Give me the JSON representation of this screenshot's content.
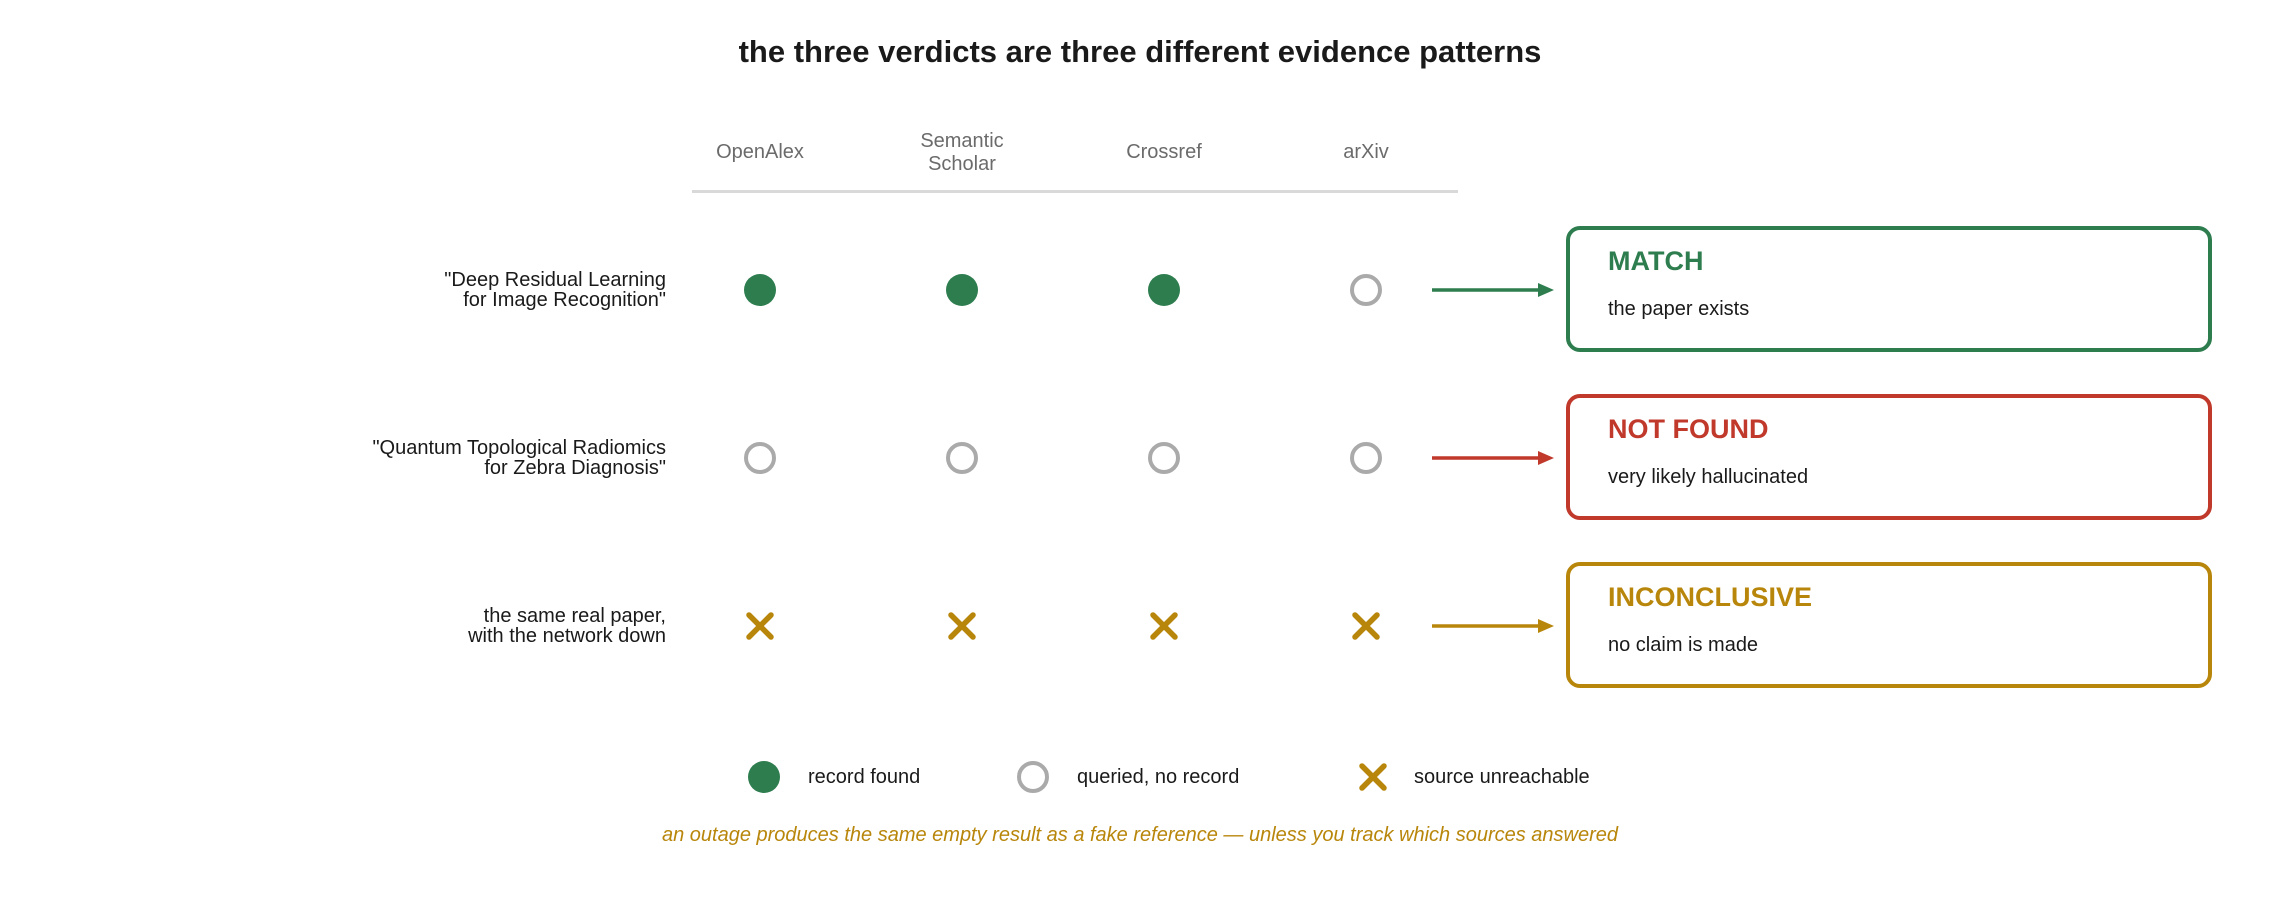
{
  "title": "the three verdicts are three different evidence patterns",
  "sources": [
    {
      "label_lines": [
        "OpenAlex"
      ]
    },
    {
      "label_lines": [
        "Semantic",
        "Scholar"
      ]
    },
    {
      "label_lines": [
        "Crossref"
      ]
    },
    {
      "label_lines": [
        "arXiv"
      ]
    }
  ],
  "rows": [
    {
      "label_lines": [
        "\"Deep Residual Learning",
        "for Image Recognition\""
      ],
      "statuses": [
        "found",
        "found",
        "found",
        "no-record"
      ],
      "verdict": {
        "title": "MATCH",
        "description": "the paper exists",
        "color": "#2e7d4f"
      }
    },
    {
      "label_lines": [
        "\"Quantum Topological Radiomics",
        "for Zebra Diagnosis\""
      ],
      "statuses": [
        "no-record",
        "no-record",
        "no-record",
        "no-record"
      ],
      "verdict": {
        "title": "NOT FOUND",
        "description": "very likely hallucinated",
        "color": "#c0392b"
      }
    },
    {
      "label_lines": [
        "the same real paper,",
        "with the network down"
      ],
      "statuses": [
        "unreachable",
        "unreachable",
        "unreachable",
        "unreachable"
      ],
      "verdict": {
        "title": "INCONCLUSIVE",
        "description": "no claim is made",
        "color": "#b8860b"
      }
    }
  ],
  "legend": [
    {
      "status": "found",
      "label": "record found"
    },
    {
      "status": "no-record",
      "label": "queried, no record"
    },
    {
      "status": "unreachable",
      "label": "source unreachable"
    }
  ],
  "footnote": "an outage produces the same empty result as a fake reference — unless you track which sources answered",
  "colors": {
    "found": "#2e7d4f",
    "no_record": "#aaaaaa",
    "unreachable": "#b8860b",
    "rule": "#d9d9d9",
    "header_text": "#6b6b6b"
  }
}
